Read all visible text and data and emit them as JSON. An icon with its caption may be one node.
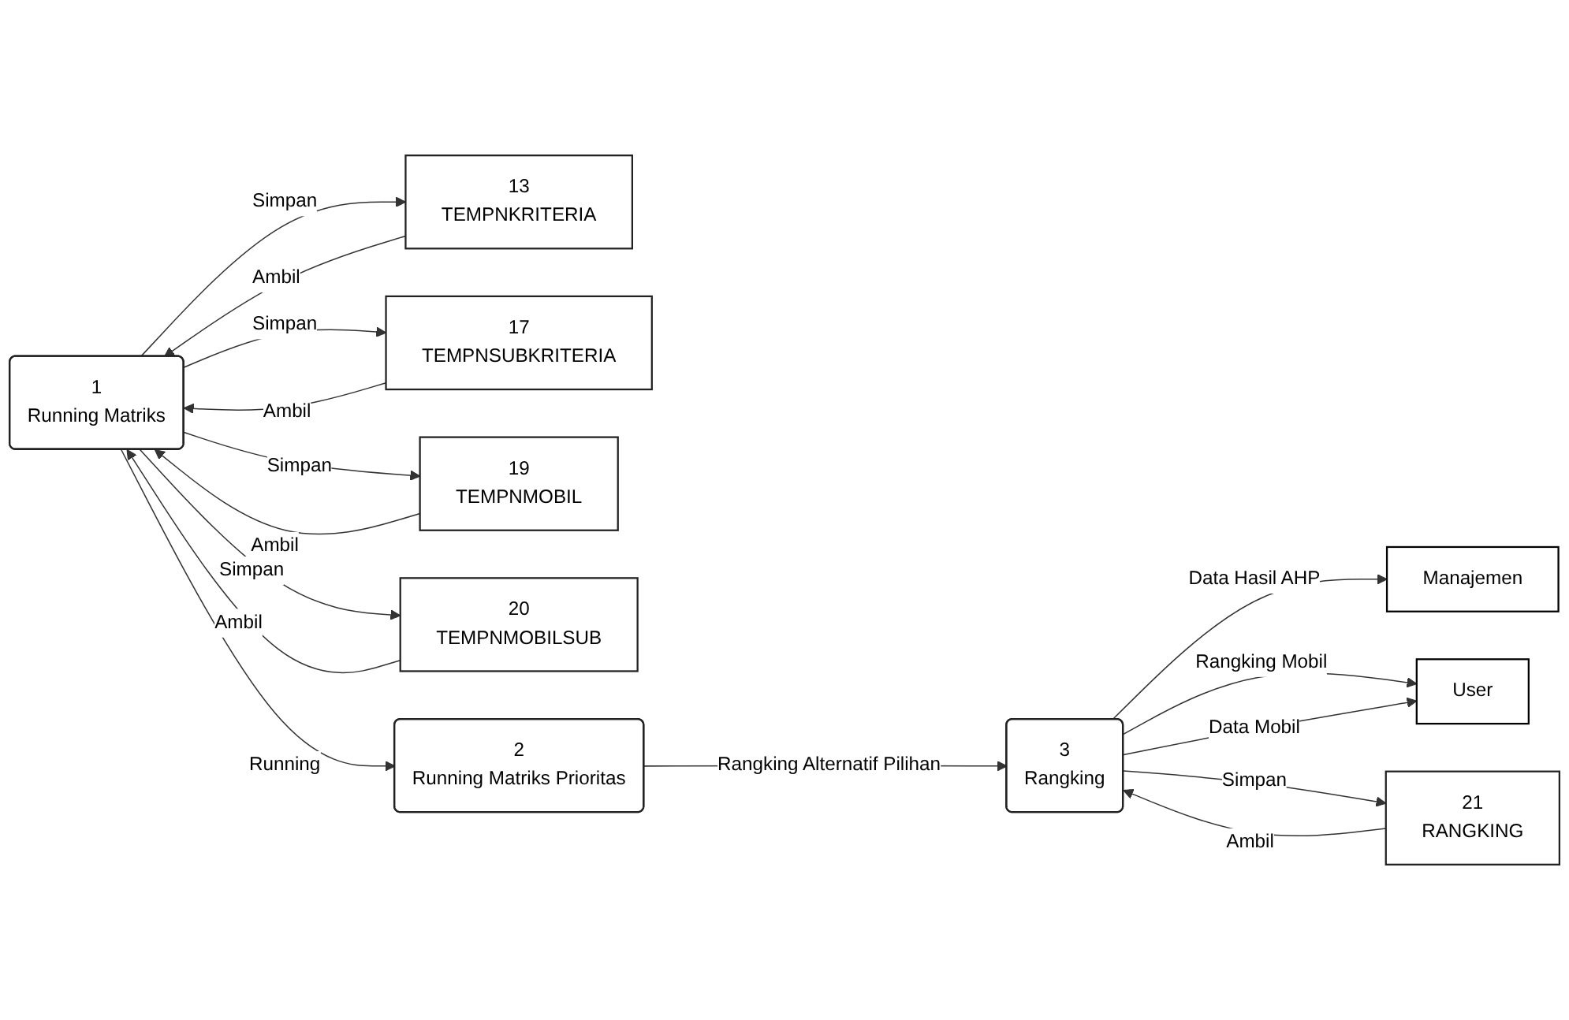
{
  "diagram": {
    "nodes": [
      {
        "text": [
          "1",
          "Running Matriks"
        ]
      },
      {
        "text": [
          "13",
          "TEMPNKRITERIA"
        ]
      },
      {
        "text": [
          "17",
          "TEMPNSUBKRITERIA"
        ]
      },
      {
        "text": [
          "19",
          "TEMPNMOBIL"
        ]
      },
      {
        "text": [
          "20",
          "TEMPNMOBILSUB"
        ]
      },
      {
        "text": [
          "2",
          "Running Matriks Prioritas"
        ]
      },
      {
        "text": [
          "3",
          "Rangking"
        ]
      },
      {
        "text": [
          "Manajemen"
        ]
      },
      {
        "text": [
          "User"
        ]
      },
      {
        "text": [
          "21",
          "RANGKING"
        ]
      }
    ],
    "edges": [
      {
        "from": 1,
        "to": 0,
        "arrow": "to",
        "label": "Ambil"
      },
      {
        "from": 0,
        "to": 1,
        "arrow": "to",
        "label": "Simpan"
      },
      {
        "from": 2,
        "to": 0,
        "arrow": "to",
        "label": "Ambil"
      },
      {
        "from": 0,
        "to": 2,
        "arrow": "to",
        "label": "Simpan"
      },
      {
        "from": 3,
        "to": 0,
        "arrow": "to",
        "label": "Ambil"
      },
      {
        "from": 0,
        "to": 3,
        "arrow": "to",
        "label": "Simpan"
      },
      {
        "from": 4,
        "to": 0,
        "arrow": "to",
        "label": "Ambil"
      },
      {
        "from": 0,
        "to": 4,
        "arrow": "to",
        "label": "Simpan"
      },
      {
        "from": 0,
        "to": 5,
        "arrow": "to",
        "label": "Running"
      },
      {
        "from": 5,
        "to": 6,
        "arrow": "to",
        "label": "Rangking Alternatif Pilihan"
      },
      {
        "from": 6,
        "to": 7,
        "arrow": "to",
        "label": "Data Hasil AHP"
      },
      {
        "from": 6,
        "to": 8,
        "arrow": "to",
        "label": "Rangking Mobil"
      },
      {
        "from": 6,
        "to": 8,
        "arrow": "to",
        "label": "Data Mobil"
      },
      {
        "from": 6,
        "to": 9,
        "arrow": "to",
        "label": "Simpan"
      },
      {
        "from": 9,
        "to": 6,
        "arrow": "to",
        "label": "Ambil"
      }
    ]
  }
}
